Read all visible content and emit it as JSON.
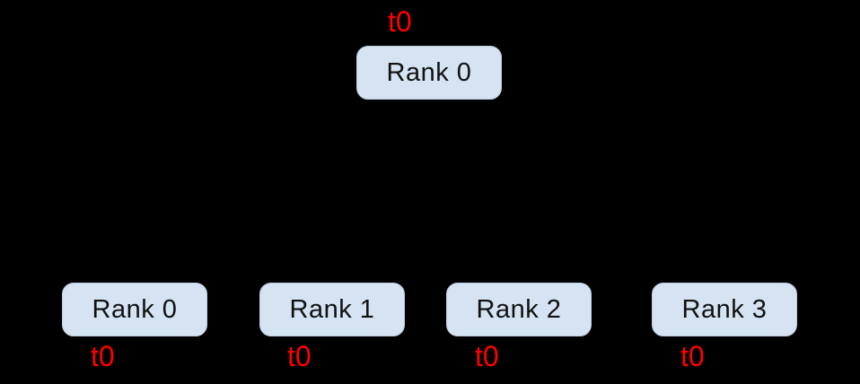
{
  "colors": {
    "background": "#000000",
    "node_fill": "#d5e3f2",
    "node_border": "#bccfe0",
    "node_text": "#111111",
    "tag_text": "#ff0000"
  },
  "tree": {
    "root": {
      "label": "Rank 0",
      "tag": "t0"
    },
    "children": [
      {
        "label": "Rank 0",
        "tag": "t0"
      },
      {
        "label": "Rank 1",
        "tag": "t0"
      },
      {
        "label": "Rank 2",
        "tag": "t0"
      },
      {
        "label": "Rank 3",
        "tag": "t0"
      }
    ]
  }
}
